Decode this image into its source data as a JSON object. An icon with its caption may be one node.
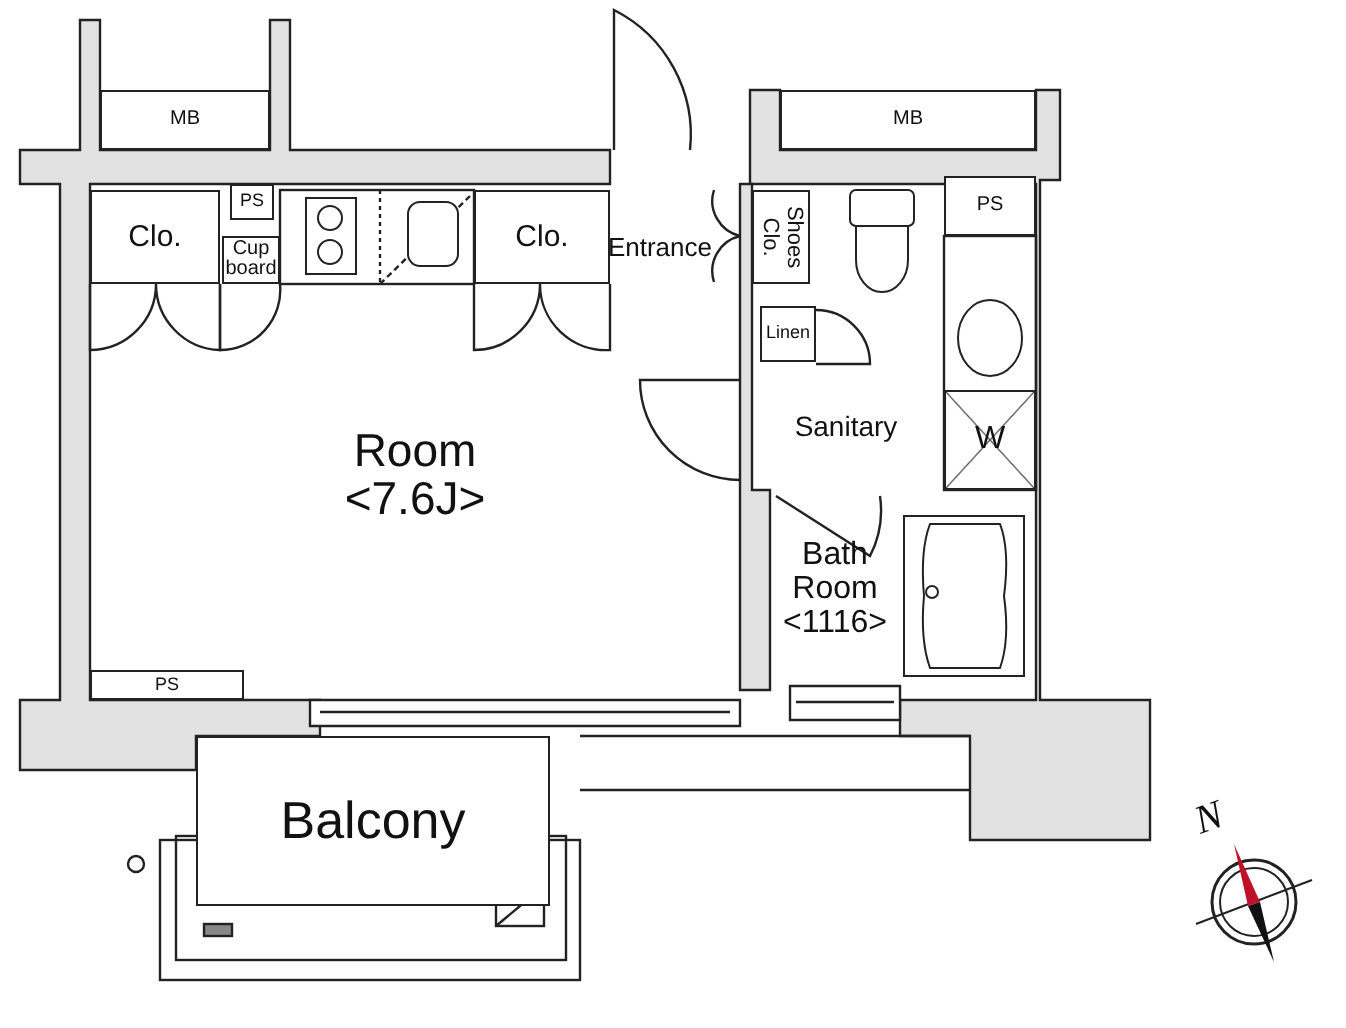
{
  "diagram": {
    "nodes": [
      {
        "text": [
          "MB"
        ]
      },
      {
        "text": [
          "MB"
        ]
      },
      {
        "text": [
          "Clo."
        ]
      },
      {
        "text": [
          "PS"
        ]
      },
      {
        "text": [
          "Cup board"
        ]
      },
      {
        "text": [
          "Clo."
        ]
      },
      {
        "text": [
          "Entrance"
        ]
      },
      {
        "text": [
          "Shoes Clo."
        ]
      },
      {
        "text": [
          "PS"
        ]
      },
      {
        "text": [
          "Sanitary"
        ]
      },
      {
        "text": [
          "Linen"
        ],
        "in": 9
      },
      {
        "text": [
          "W"
        ]
      },
      {
        "text": [
          "Bath Room <1116>"
        ]
      },
      {
        "text": [
          "Room <7.6J>"
        ]
      },
      {
        "text": [
          "PS"
        ]
      },
      {
        "text": [
          "Balcony"
        ]
      }
    ],
    "labels": [
      "N"
    ]
  }
}
